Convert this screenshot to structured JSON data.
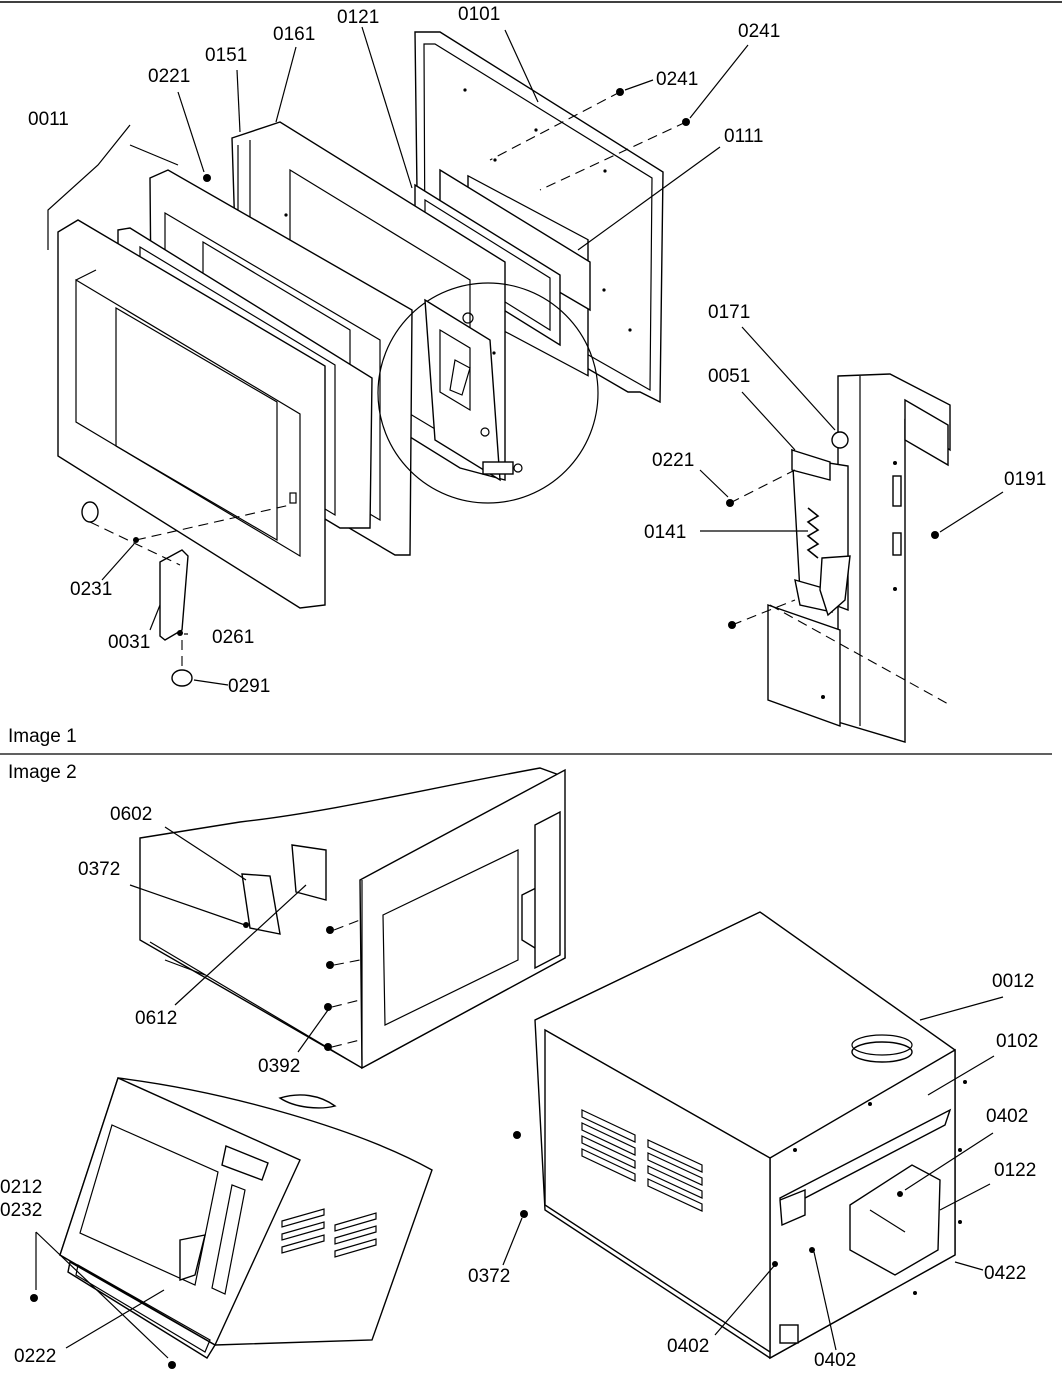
{
  "captions": {
    "image1": "Image 1",
    "image2": "Image 2"
  },
  "labels": {
    "l0101": "0101",
    "l0121": "0121",
    "l0161": "0161",
    "l0151": "0151",
    "l0221a": "0221",
    "l0011": "0011",
    "l0241a": "0241",
    "l0241b": "0241",
    "l0111": "0111",
    "l0171": "0171",
    "l0051": "0051",
    "l0221b": "0221",
    "l0191": "0191",
    "l0141": "0141",
    "l0231": "0231",
    "l0031": "0031",
    "l0261": "0261",
    "l0291": "0291",
    "l0602": "0602",
    "l0372a": "0372",
    "l0612": "0612",
    "l0392": "0392",
    "l0012": "0012",
    "l0102": "0102",
    "l0402a": "0402",
    "l0122": "0122",
    "l0422": "0422",
    "l0402b": "0402",
    "l0402c": "0402",
    "l0372b": "0372",
    "l0212": "0212",
    "l0232": "0232",
    "l0222": "0222"
  }
}
